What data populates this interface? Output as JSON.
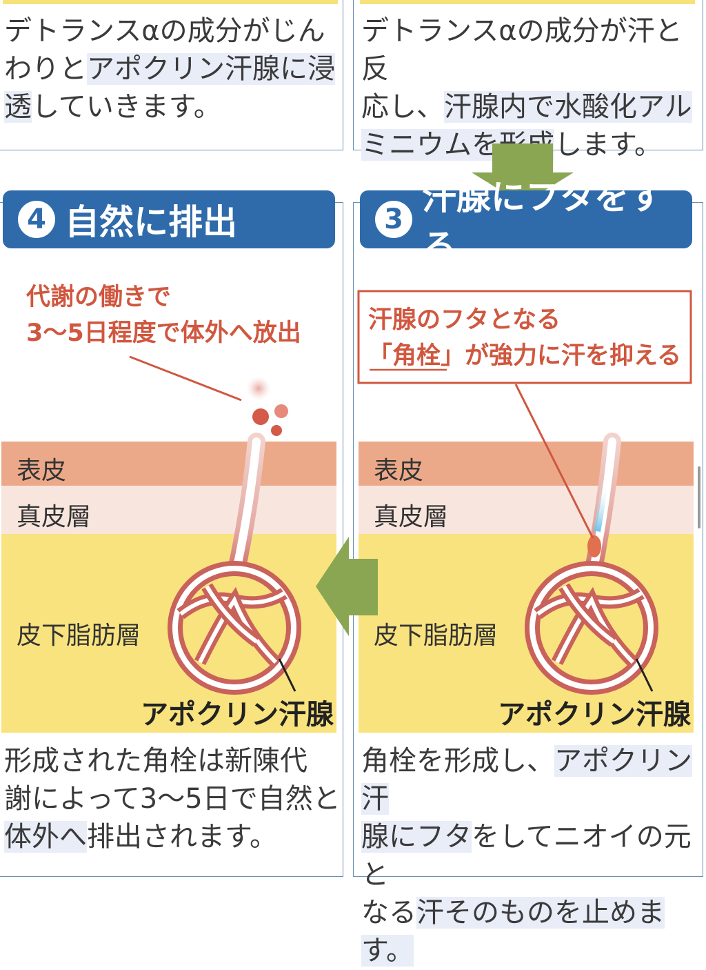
{
  "colors": {
    "header_blue": "#2f6bab",
    "arrow_green": "#8aa653",
    "epidermis": "#eca98a",
    "dermis": "#f8e6de",
    "subcutis": "#f9e37f",
    "accent_red": "#d0573f",
    "highlight": "#e9edf8"
  },
  "top_left": {
    "line1": "デトランスαの成分がじん",
    "line2_plain": "わりと",
    "line2_hl": "アポクリン汗腺に浸",
    "line3_hl": "透",
    "line3_plain": "していきます。"
  },
  "top_right": {
    "line1": "デトランスαの成分が汗と反",
    "line2_plain": "応し、",
    "line2_hl": "汗腺内で水酸化アル",
    "line3_hl": "ミニウムを形成",
    "line3_plain": "します。"
  },
  "step4": {
    "number": "4",
    "title": "自然に排出",
    "note_line1": "代謝の働きで",
    "note_line2": "3〜5日程度で体外へ放出",
    "layer_epidermis": "表皮",
    "layer_dermis": "真皮層",
    "layer_subcutis": "皮下脂肪層",
    "gland_label": "アポクリン汗腺",
    "desc_line1": "形成された角栓は新陳代",
    "desc_line2_plain": "謝によって3〜5日で自然と",
    "desc_line3_hl": "体外へ",
    "desc_line3_plain": "排出されます。"
  },
  "step3": {
    "number": "3",
    "title": "汗腺にフタをする",
    "note_line1": "汗腺のフタとなる",
    "note_line2_a": "「角栓」",
    "note_line2_b": "が強力に汗を抑える",
    "layer_epidermis": "表皮",
    "layer_dermis": "真皮層",
    "layer_subcutis": "皮下脂肪層",
    "gland_label": "アポクリン汗腺",
    "desc_line1_plain": "角栓を形成し、",
    "desc_line1_hl": "アポクリン汗",
    "desc_line2_hl": "腺にフタ",
    "desc_line2_plain": "をしてニオイの元と",
    "desc_line3_plain": "なる",
    "desc_line3_hl": "汗そのものを止めます。"
  }
}
